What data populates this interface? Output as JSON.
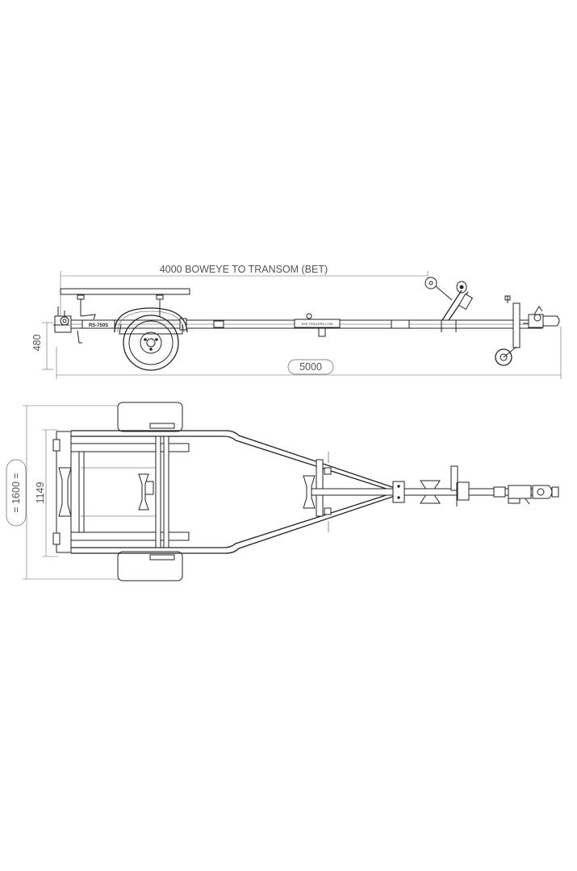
{
  "side_view": {
    "bet_label": "4000 BOWEYE TO TRANSOM (BET)",
    "height_label": "480",
    "length_label": "5000",
    "model_label": "RS-750S",
    "website_label": "SSS TRAILERS.COM"
  },
  "top_view": {
    "overall_width_label": "= 1600 =",
    "track_width_label": "1149"
  }
}
